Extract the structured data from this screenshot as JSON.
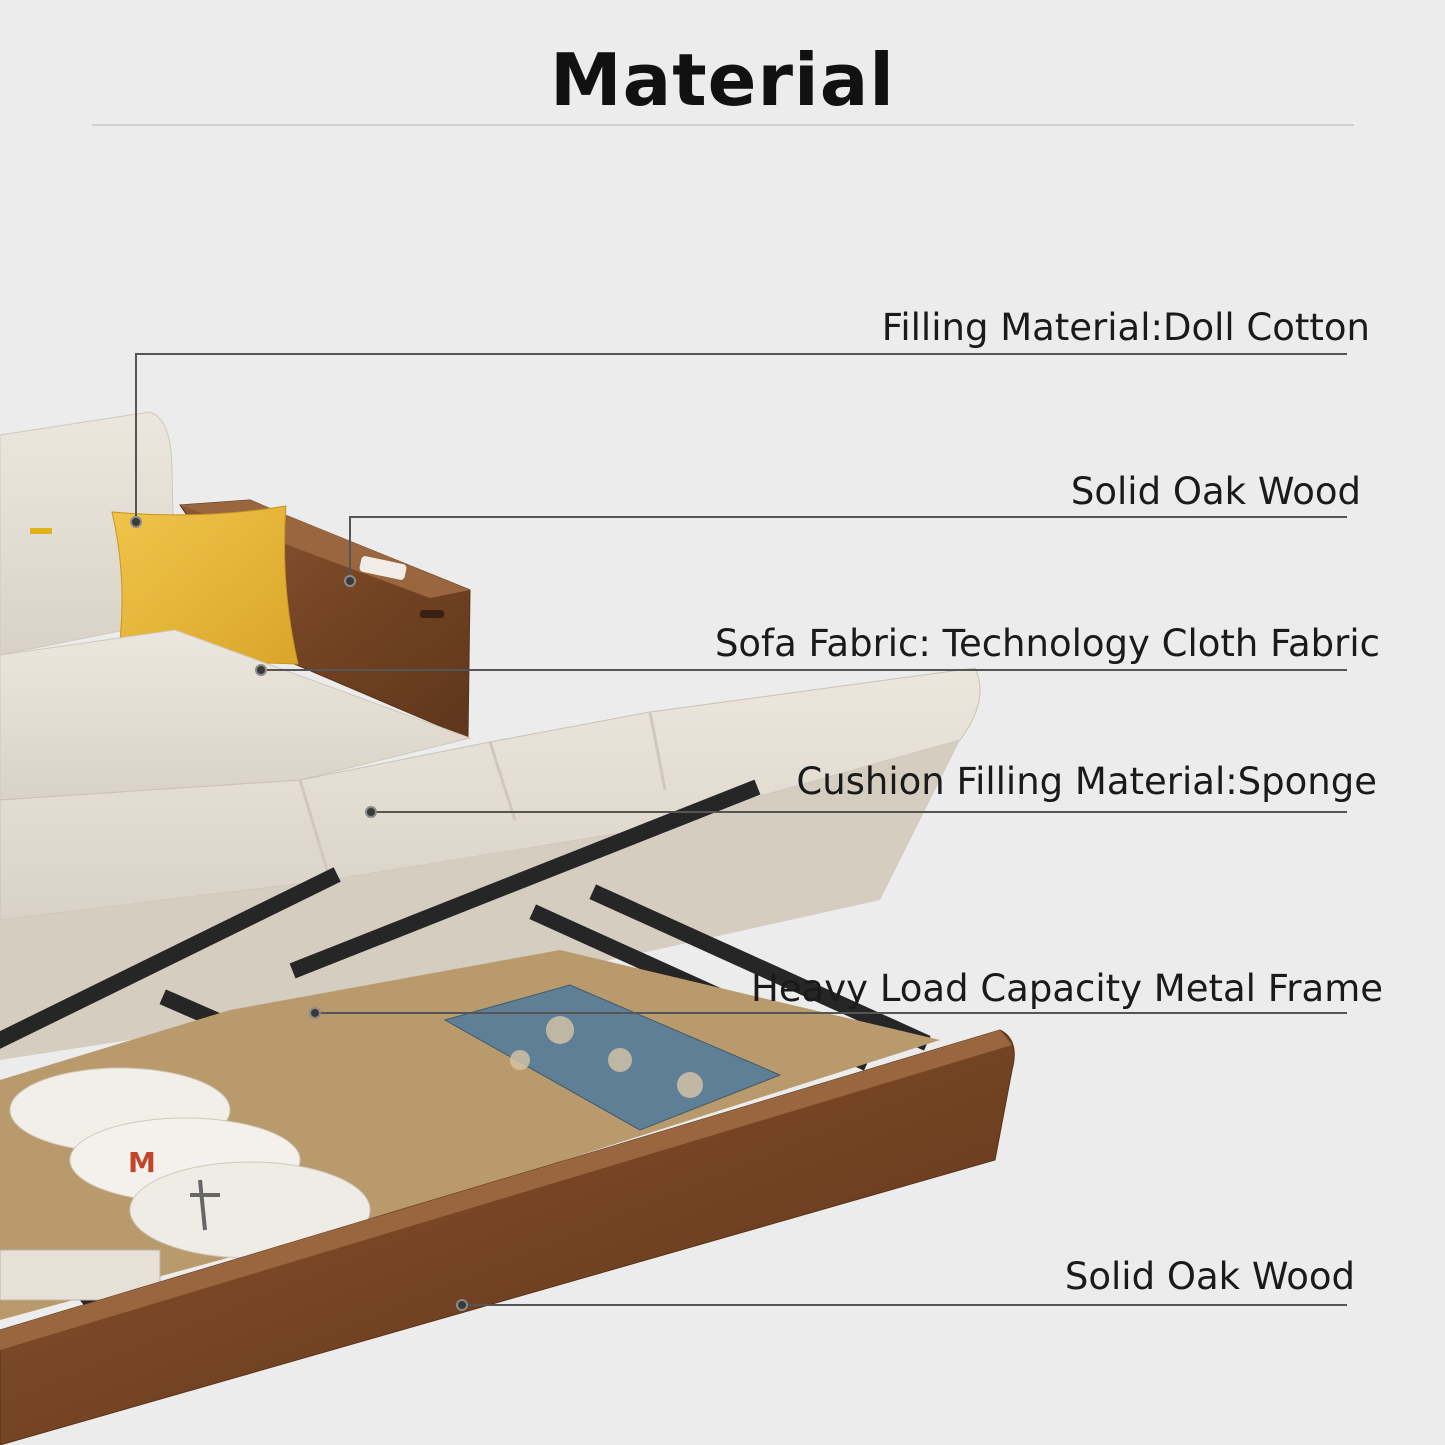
{
  "title": "Material",
  "callouts": [
    {
      "label": "Filling Material:Doll Cotton"
    },
    {
      "label": "Solid Oak Wood"
    },
    {
      "label": "Sofa Fabric: Technology Cloth Fabric"
    },
    {
      "label": "Cushion Filling Material:Sponge"
    },
    {
      "label": "Heavy Load Capacity Metal Frame"
    },
    {
      "label": "Solid Oak Wood"
    }
  ],
  "colors": {
    "background": "#ececec",
    "fabric": "#e6e0d6",
    "walnut": "#7b4a2a",
    "pillow": "#e8b93a",
    "frame": "#2b2b2b"
  }
}
